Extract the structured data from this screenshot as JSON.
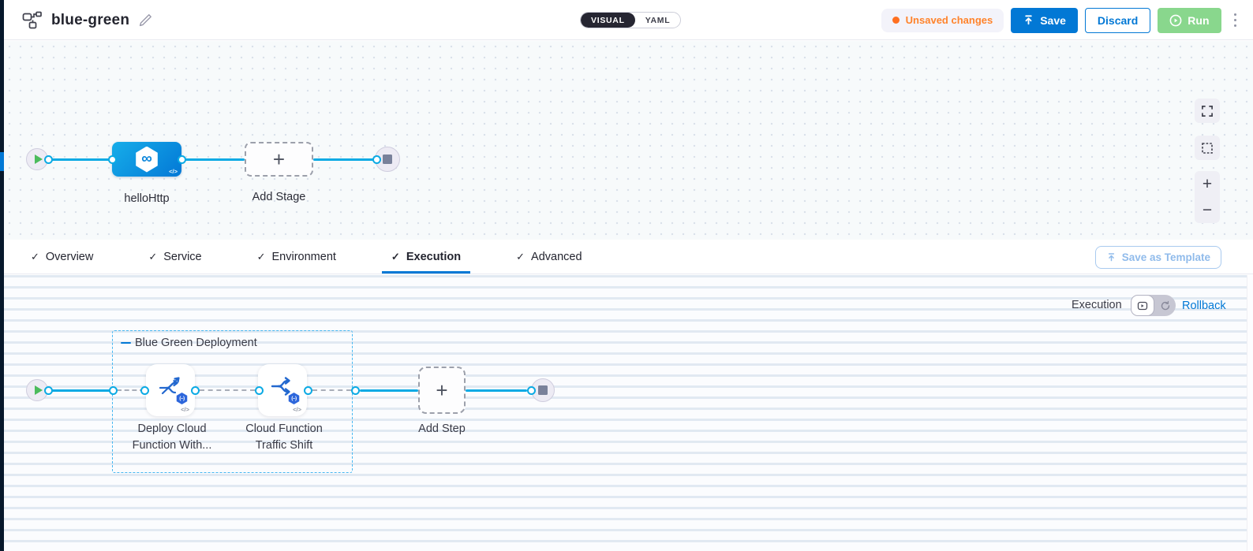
{
  "header": {
    "title": "blue-green",
    "view_modes": {
      "visual": "VISUAL",
      "yaml": "YAML"
    },
    "unsaved_changes_label": "Unsaved changes",
    "save_label": "Save",
    "discard_label": "Discard",
    "run_label": "Run"
  },
  "stage_canvas": {
    "stage_name": "helloHttp",
    "add_stage_label": "Add Stage"
  },
  "tabs": {
    "items": [
      {
        "label": "Overview",
        "checked": true,
        "active": false
      },
      {
        "label": "Service",
        "checked": true,
        "active": false
      },
      {
        "label": "Environment",
        "checked": true,
        "active": false
      },
      {
        "label": "Execution",
        "checked": true,
        "active": true
      },
      {
        "label": "Advanced",
        "checked": true,
        "active": false
      }
    ],
    "save_as_template_label": "Save as Template"
  },
  "execution_canvas": {
    "mode_label": "Execution",
    "rollback_label": "Rollback",
    "group": {
      "label": "Blue Green Deployment"
    },
    "steps": [
      {
        "name": "Deploy Cloud Function With..."
      },
      {
        "name": "Cloud Function Traffic Shift"
      }
    ],
    "add_step_label": "Add Step"
  },
  "icons": {
    "check": "✓",
    "infinity": "∞",
    "plus": "+",
    "minus": "−",
    "code": "</>",
    "gcf": "(–)"
  },
  "colors": {
    "accent_blue": "#0278D5",
    "connector_cyan": "#0BAAE4",
    "unsaved_orange": "#FF832B",
    "run_green": "#89D78D",
    "nav_dark": "#07182B",
    "stage_gradient_start": "#16ADE9",
    "stage_gradient_end": "#0378D6"
  }
}
